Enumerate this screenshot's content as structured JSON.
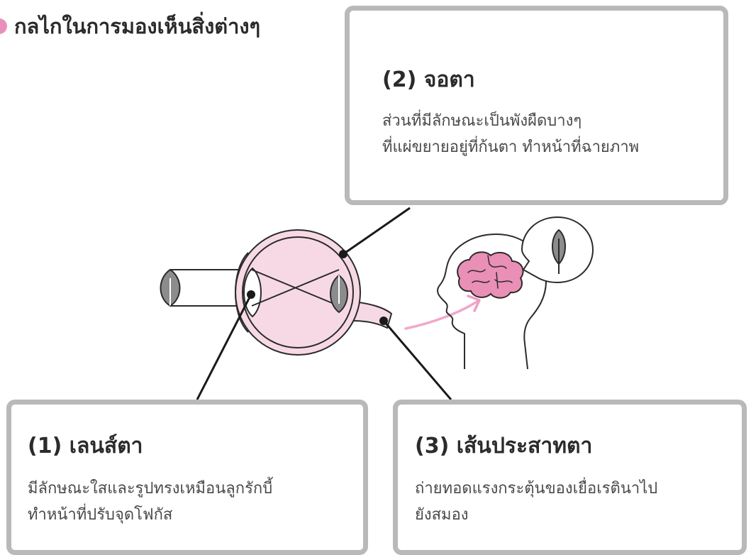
{
  "heading": {
    "title": "กลไกในการมองเห็นสิ่งต่างๆ",
    "bullet_color": "#e98fbb"
  },
  "parts": [
    {
      "id": "retina",
      "title": "(2) จอตา",
      "description": [
        "ส่วนที่มีลักษณะเป็นพังผืดบางๆ",
        "ที่แผ่ขยายอยู่ที่ก้นตา ทำหน้าที่ฉายภาพ"
      ]
    },
    {
      "id": "lens",
      "title": "(1) เลนส์ตา",
      "description": [
        "มีลักษณะใสและรูปทรงเหมือนลูกรักบี้",
        "ทำหน้าที่ปรับจุดโฟกัส"
      ]
    },
    {
      "id": "optic-nerve",
      "title": "(3) เส้นประสาทตา",
      "description": [
        "ถ่ายทอดแรงกระตุ้นของเยื่อเรตินาไป",
        "ยังสมอง"
      ]
    }
  ],
  "colors": {
    "eye_fill": "#f7d9e5",
    "brain_fill": "#ea8fb6",
    "arrow": "#ef9ec3",
    "leaf_fill": "#8c8c8c",
    "box_border": "#b9b9ba"
  },
  "icons": [
    "leaf-icon",
    "eye-icon",
    "head-icon",
    "brain-icon",
    "speech-bubble-icon",
    "arrow-icon"
  ]
}
